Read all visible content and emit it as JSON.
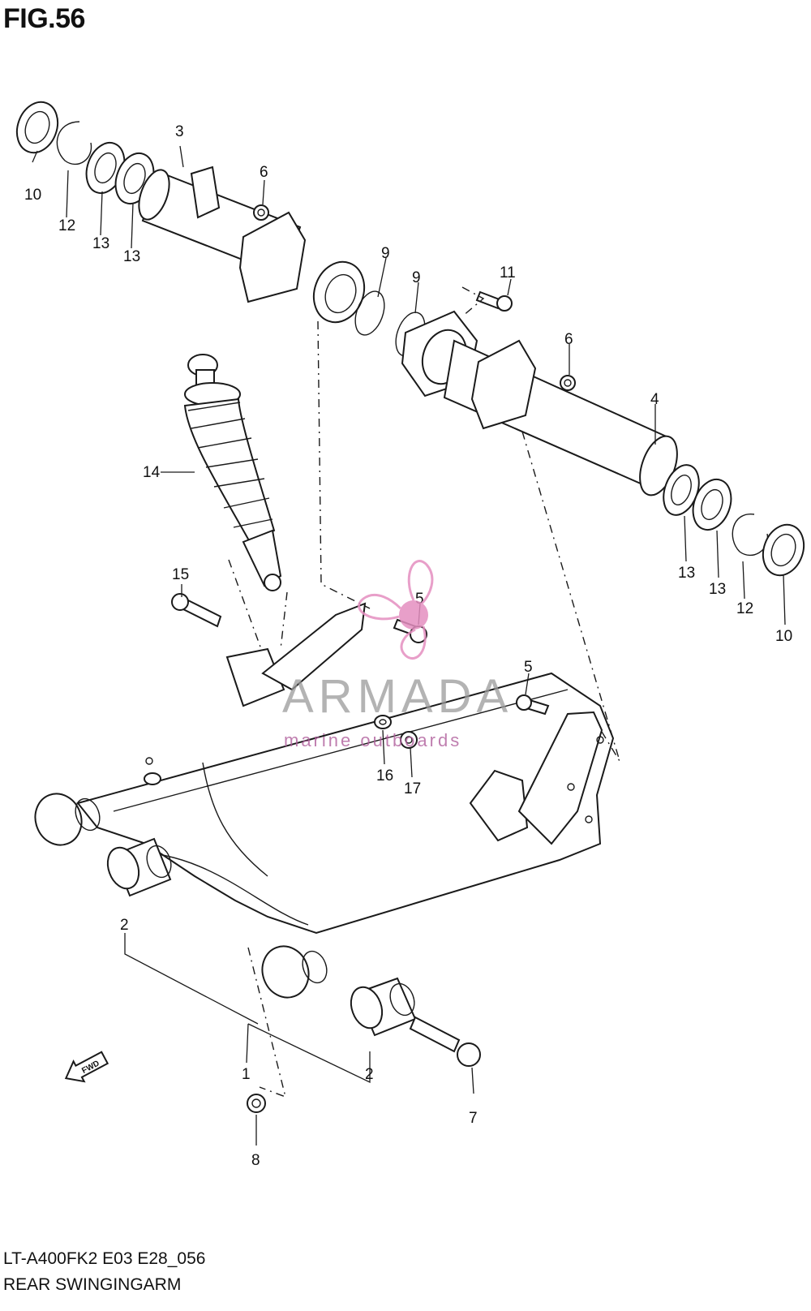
{
  "figure": {
    "title": "FIG.56",
    "model_code": "LT-A400FK2 E03 E28_056",
    "name": "REAR SWINGINGARM"
  },
  "callouts": [
    {
      "id": "c10a",
      "label": "10"
    },
    {
      "id": "c12a",
      "label": "12"
    },
    {
      "id": "c13a",
      "label": "13"
    },
    {
      "id": "c13b",
      "label": "13"
    },
    {
      "id": "c3",
      "label": "3"
    },
    {
      "id": "c6a",
      "label": "6"
    },
    {
      "id": "c9a",
      "label": "9"
    },
    {
      "id": "c9b",
      "label": "9"
    },
    {
      "id": "c11",
      "label": "11"
    },
    {
      "id": "c6b",
      "label": "6"
    },
    {
      "id": "c4",
      "label": "4"
    },
    {
      "id": "c14",
      "label": "14"
    },
    {
      "id": "c13c",
      "label": "13"
    },
    {
      "id": "c13d",
      "label": "13"
    },
    {
      "id": "c12b",
      "label": "12"
    },
    {
      "id": "c10b",
      "label": "10"
    },
    {
      "id": "c15",
      "label": "15"
    },
    {
      "id": "c5a",
      "label": "5"
    },
    {
      "id": "c5b",
      "label": "5"
    },
    {
      "id": "c16",
      "label": "16"
    },
    {
      "id": "c17",
      "label": "17"
    },
    {
      "id": "c2a",
      "label": "2"
    },
    {
      "id": "c1",
      "label": "1"
    },
    {
      "id": "c2b",
      "label": "2"
    },
    {
      "id": "c7",
      "label": "7"
    },
    {
      "id": "c8",
      "label": "8"
    }
  ],
  "fwd_arrow": {
    "label": "FWD",
    "icon": "arrow-left-icon"
  },
  "watermark": {
    "brand": "ARMADA",
    "tagline": "marine outboards",
    "icon": "propeller-logo-icon",
    "brand_color": "#9a9a9a",
    "accent_color": "#e58fc0"
  }
}
